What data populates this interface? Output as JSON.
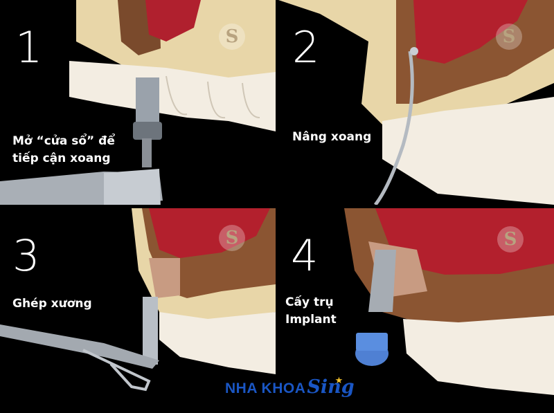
{
  "steps": [
    {
      "number": "1",
      "caption_line1": "Mở “cửa sổ” để",
      "caption_line2": "tiếp cận xoang"
    },
    {
      "number": "2",
      "caption_line1": "Nâng xoang",
      "caption_line2": ""
    },
    {
      "number": "3",
      "caption_line1": "Ghép xương",
      "caption_line2": ""
    },
    {
      "number": "4",
      "caption_line1": "Cấy trụ",
      "caption_line2": "Implant"
    }
  ],
  "logo_mark": "S",
  "brand": {
    "text_main": "NHA KHOA",
    "text_script": "Sing"
  },
  "colors": {
    "background": "#000000",
    "brand_blue": "#1a56c4",
    "bone": "#e6d3a3",
    "gum": "#b8232f",
    "tooth": "#f3ede2"
  }
}
